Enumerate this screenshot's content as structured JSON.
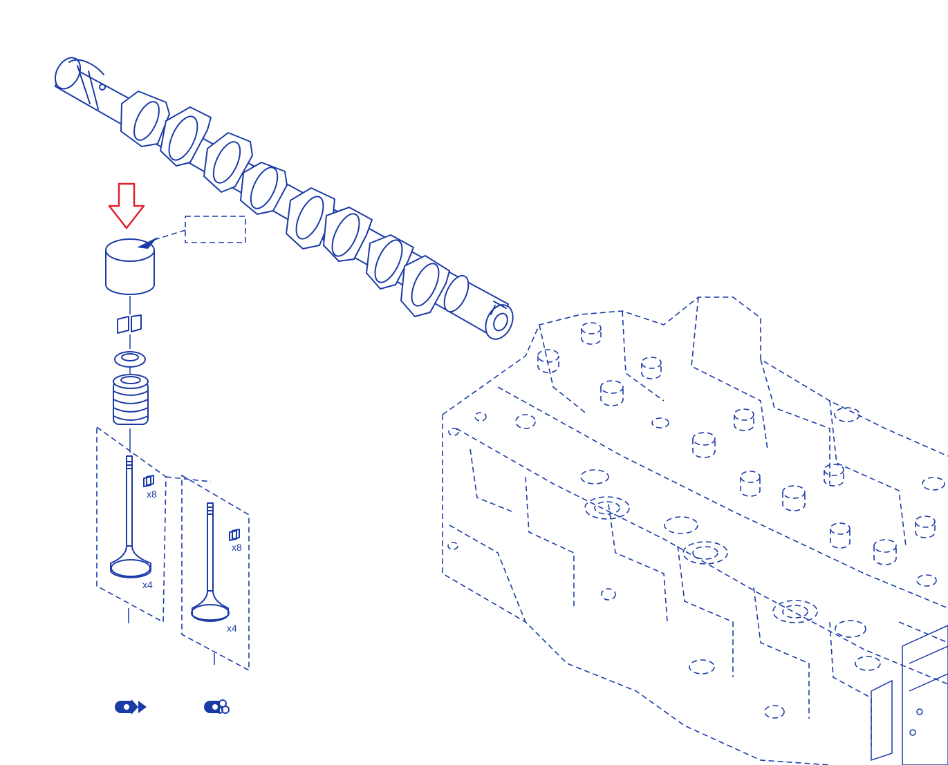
{
  "diagram": {
    "quantities": {
      "intake_keepers": "x8",
      "intake_valves": "x4",
      "exhaust_keepers": "x8",
      "exhaust_valves": "x4"
    },
    "colors": {
      "line": "#1a3aa6",
      "highlight_arrow": "#e0202a",
      "background": "#ffffff"
    },
    "icons": {
      "intake_symbol": "intake-icon",
      "exhaust_symbol": "exhaust-icon",
      "selection_arrow": "down-arrow-icon"
    }
  }
}
